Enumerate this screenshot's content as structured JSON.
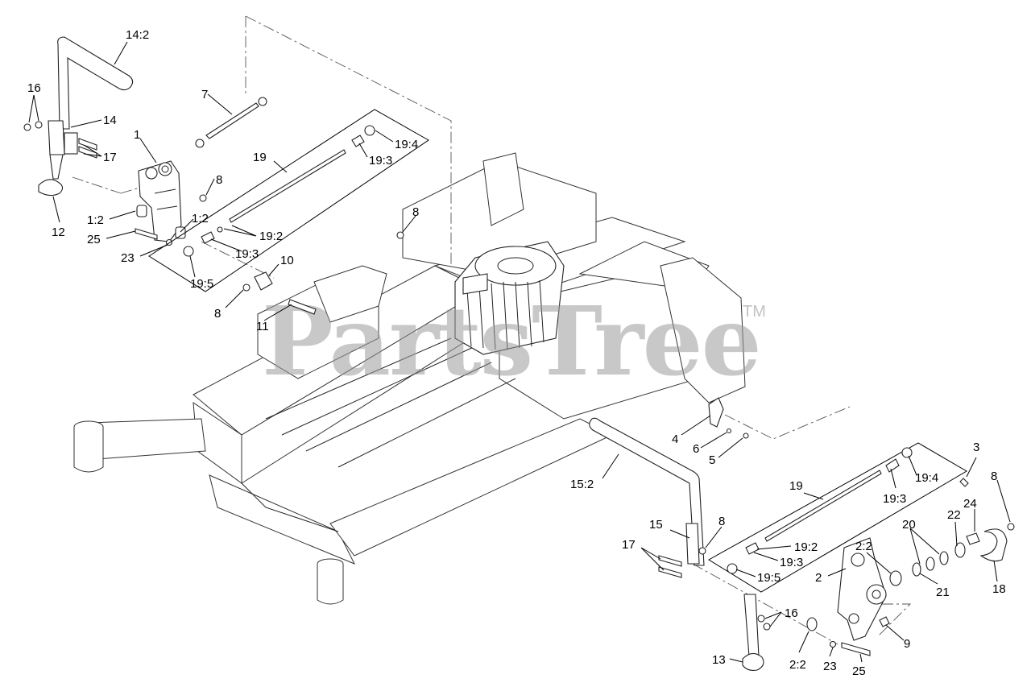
{
  "watermark": {
    "text": "PartsTree",
    "trademark": "TM"
  },
  "callouts": {
    "c14_2": "14:2",
    "c16_a": "16",
    "c14": "14",
    "c17_a": "17",
    "c1": "1",
    "c12": "12",
    "c1_2a": "1:2",
    "c25_a": "25",
    "c1_2b": "1:2",
    "c23_a": "23",
    "c7": "7",
    "c8_a": "8",
    "c19_a": "19",
    "c19_4a": "19:4",
    "c19_3a": "19:3",
    "c19_2a": "19:2",
    "c19_3b": "19:3",
    "c19_5a": "19:5",
    "c10": "10",
    "c8_b": "8",
    "c11": "11",
    "c8_c": "8",
    "c4": "4",
    "c6": "6",
    "c5": "5",
    "c3": "3",
    "c19_b": "19",
    "c19_4b": "19:4",
    "c19_3c": "19:3",
    "c8_d": "8",
    "c15_2": "15:2",
    "c15": "15",
    "c8_e": "8",
    "c17_b": "17",
    "c19_2b": "19:2",
    "c19_3d": "19:3",
    "c19_5b": "19:5",
    "c2_2a": "2:2",
    "c2": "2",
    "c20": "20",
    "c22": "22",
    "c24": "24",
    "c21": "21",
    "c18": "18",
    "c16_b": "16",
    "c9": "9",
    "c13": "13",
    "c2_2b": "2:2",
    "c23_b": "23",
    "c25_b": "25"
  }
}
